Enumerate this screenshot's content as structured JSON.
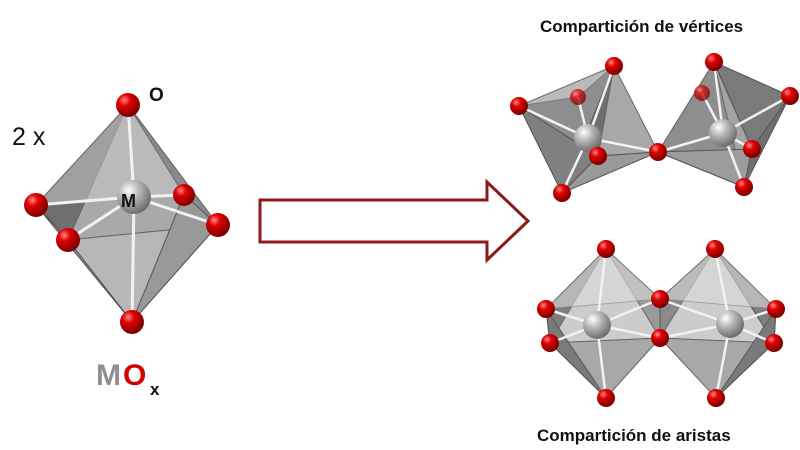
{
  "multiplier": "2 x",
  "labels": {
    "oxygen": "O",
    "metal": "M"
  },
  "formula": {
    "metal": "M",
    "oxygen": "O",
    "subscript": "x"
  },
  "titles": {
    "vertex_sharing": "Compartición de vértices",
    "edge_sharing": "Compartición de aristas"
  },
  "colors": {
    "oxygen": "#d10000",
    "metal": "#9a9a9a",
    "arrow": "#8b1a1a",
    "polyhedron_dark": "#7a7a7a",
    "polyhedron_light": "#d2d2d2"
  }
}
